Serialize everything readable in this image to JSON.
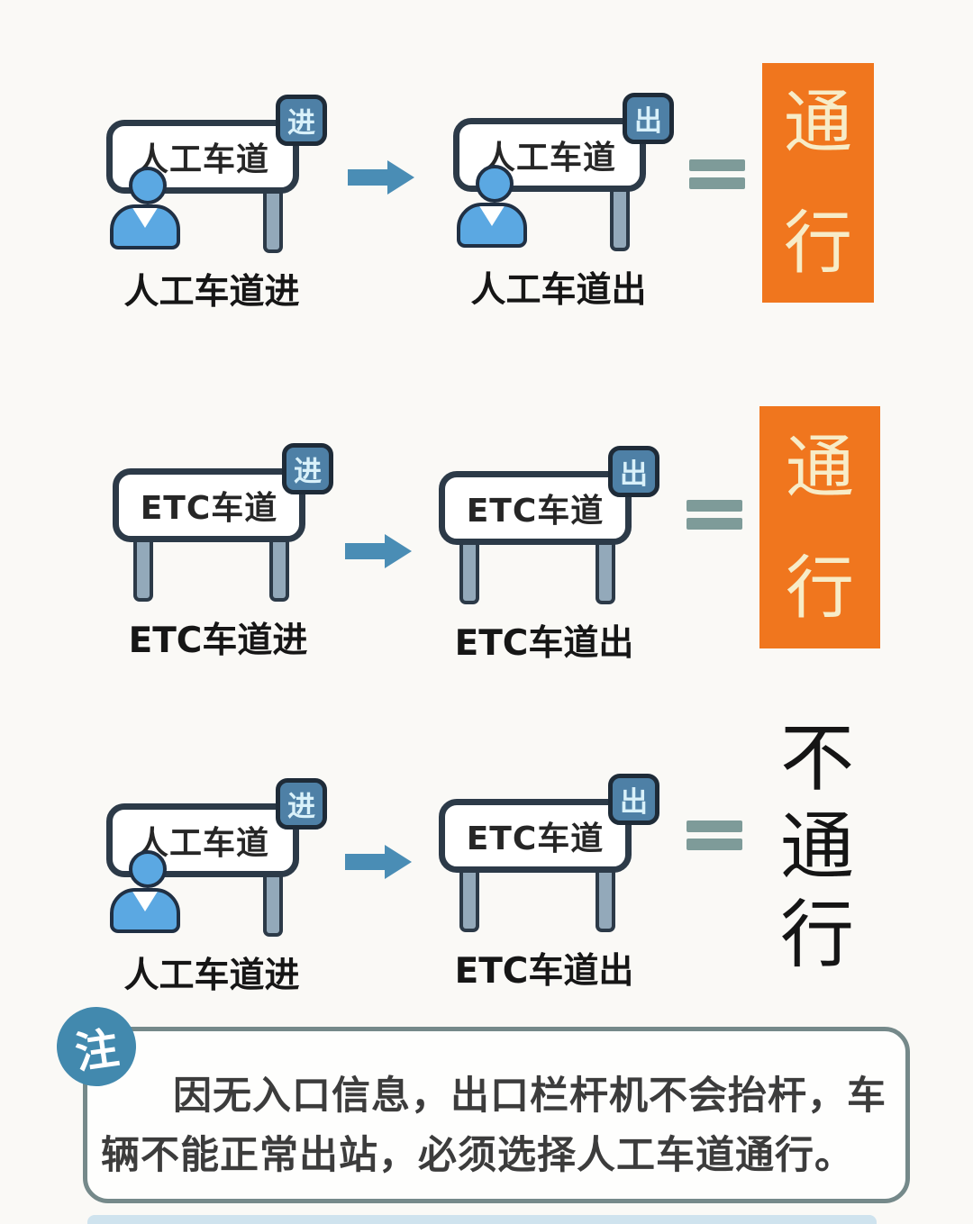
{
  "colors": {
    "page_bg": "#faf9f6",
    "sign_border": "#2c3a48",
    "badge_bg": "#4e80a6",
    "badge_text": "#d9f1fa",
    "person_fill": "#5ba8e2",
    "leg_fill": "#93a9ba",
    "arrow_fill": "#4a8db5",
    "equals_fill": "#7e9b99",
    "pass_bg": "#f0761e",
    "pass_text": "#f7ecc8",
    "note_border": "#75898a",
    "note_badge_bg": "#4289ae"
  },
  "rows": [
    {
      "left": {
        "type": "manual",
        "sign_text": "人工车道",
        "badge": "进",
        "label": "人工车道进"
      },
      "right": {
        "type": "manual",
        "sign_text": "人工车道",
        "badge": "出",
        "label": "人工车道出"
      },
      "result": {
        "text": "通行",
        "style": "pass"
      }
    },
    {
      "left": {
        "type": "etc",
        "sign_text": "ETC车道",
        "badge": "进",
        "label": "ETC车道进"
      },
      "right": {
        "type": "etc",
        "sign_text": "ETC车道",
        "badge": "出",
        "label": "ETC车道出"
      },
      "result": {
        "text": "通行",
        "style": "pass"
      }
    },
    {
      "left": {
        "type": "manual",
        "sign_text": "人工车道",
        "badge": "进",
        "label": "人工车道进"
      },
      "right": {
        "type": "etc",
        "sign_text": "ETC车道",
        "badge": "出",
        "label": "ETC车道出"
      },
      "result": {
        "text": "不通行",
        "style": "no_pass"
      }
    }
  ],
  "note": {
    "badge": "注",
    "line1": "因无入口信息，出口栏杆机不会抬杆，车",
    "line2": "辆不能正常出站，必须选择人工车道通行。"
  }
}
